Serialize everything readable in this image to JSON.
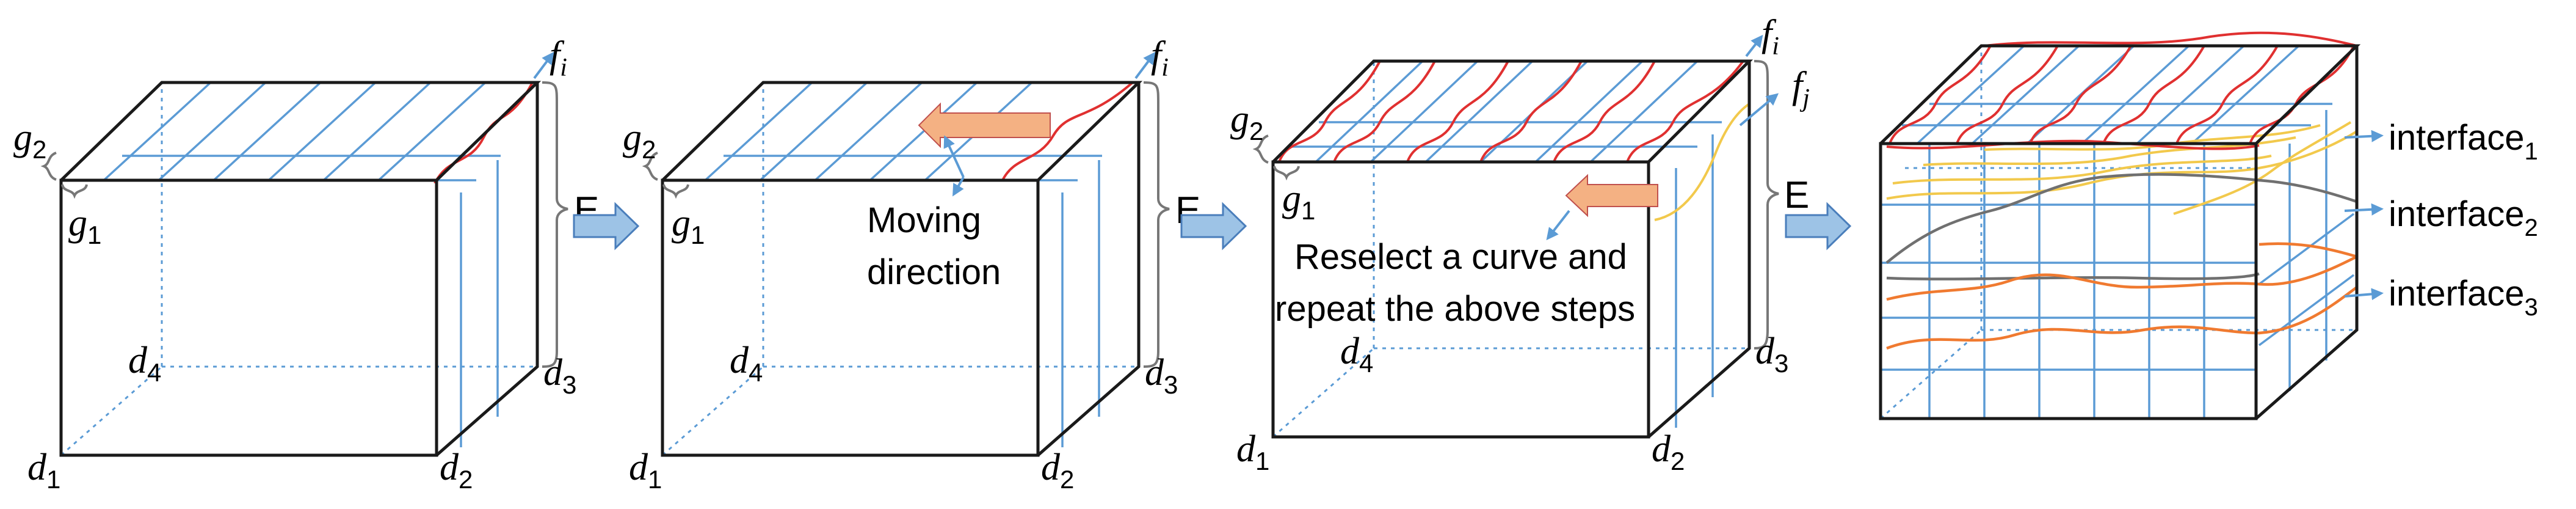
{
  "panels": [
    {
      "labels": {
        "d1": "d",
        "d1_sub": "1",
        "d2": "d",
        "d2_sub": "2",
        "d3": "d",
        "d3_sub": "3",
        "d4": "d",
        "d4_sub": "4",
        "g1": "g",
        "g1_sub": "1",
        "g2": "g",
        "g2_sub": "2",
        "fi": "f",
        "fi_sub": "i",
        "E": "E"
      }
    },
    {
      "labels": {
        "d1": "d",
        "d1_sub": "1",
        "d2": "d",
        "d2_sub": "2",
        "d3": "d",
        "d3_sub": "3",
        "d4": "d",
        "d4_sub": "4",
        "g1": "g",
        "g1_sub": "1",
        "g2": "g",
        "g2_sub": "2",
        "fi": "f",
        "fi_sub": "i",
        "E": "E"
      },
      "caption_lines": [
        "Moving",
        "direction"
      ]
    },
    {
      "labels": {
        "d1": "d",
        "d1_sub": "1",
        "d2": "d",
        "d2_sub": "2",
        "d3": "d",
        "d3_sub": "3",
        "d4": "d",
        "d4_sub": "4",
        "g1": "g",
        "g1_sub": "1",
        "g2": "g",
        "g2_sub": "2",
        "fi": "f",
        "fi_sub": "i",
        "fj": "f",
        "fj_sub": "j",
        "E": "E"
      },
      "caption_lines": [
        "Reselect a curve and",
        "repeat the above steps"
      ]
    },
    {
      "interfaces": [
        {
          "name": "interface",
          "sub": "1"
        },
        {
          "name": "interface",
          "sub": "2"
        },
        {
          "name": "interface",
          "sub": "3"
        }
      ]
    }
  ],
  "colors": {
    "edge": "#1a1a1a",
    "grid": "#5b9bd5",
    "curve_red": "#e03030",
    "curve_yellow": "#f2c94c",
    "curve_orange": "#f07a30",
    "curve_gray": "#707070",
    "arrow_blue": "#9dc3e6",
    "arrow_orange": "#f4b183"
  }
}
